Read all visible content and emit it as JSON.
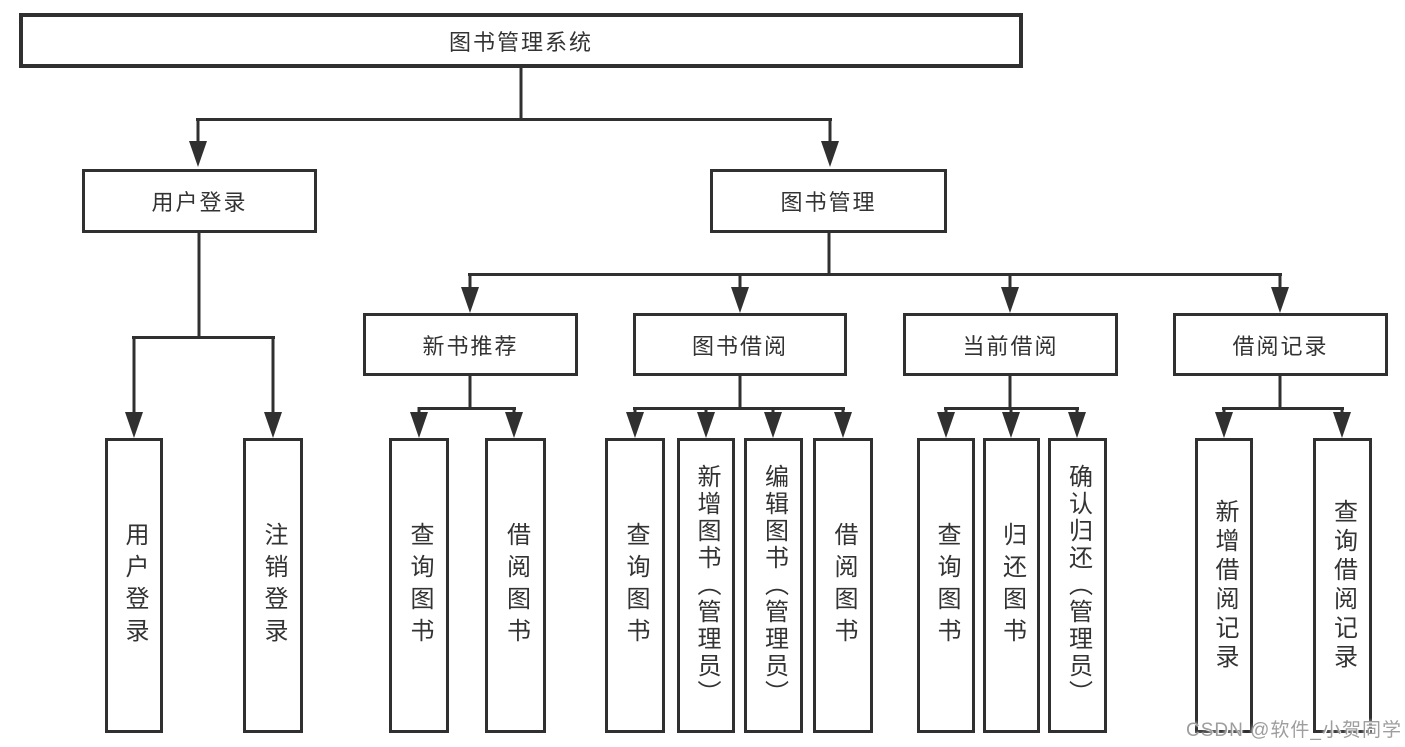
{
  "diagram": {
    "root": "图书管理系统",
    "user_login": {
      "label": "用户登录",
      "children": [
        "用户登录",
        "注销登录"
      ]
    },
    "book_mgmt": {
      "label": "图书管理"
    },
    "modules": [
      {
        "label": "新书推荐",
        "children": [
          "查询图书",
          "借阅图书"
        ]
      },
      {
        "label": "图书借阅",
        "children": [
          "查询图书",
          "新增图书（管理员）",
          "编辑图书（管理员）",
          "借阅图书"
        ]
      },
      {
        "label": "当前借阅",
        "children": [
          "查询图书",
          "归还图书",
          "确认归还（管理员）"
        ]
      },
      {
        "label": "借阅记录",
        "children": [
          "新增借阅记录",
          "查询借阅记录"
        ]
      }
    ],
    "watermark": "CSDN @软件_小贺同学"
  },
  "colors": {
    "line": "#303030",
    "text": "#333333",
    "watermark": "#9e9e9e",
    "background": "#ffffff"
  }
}
